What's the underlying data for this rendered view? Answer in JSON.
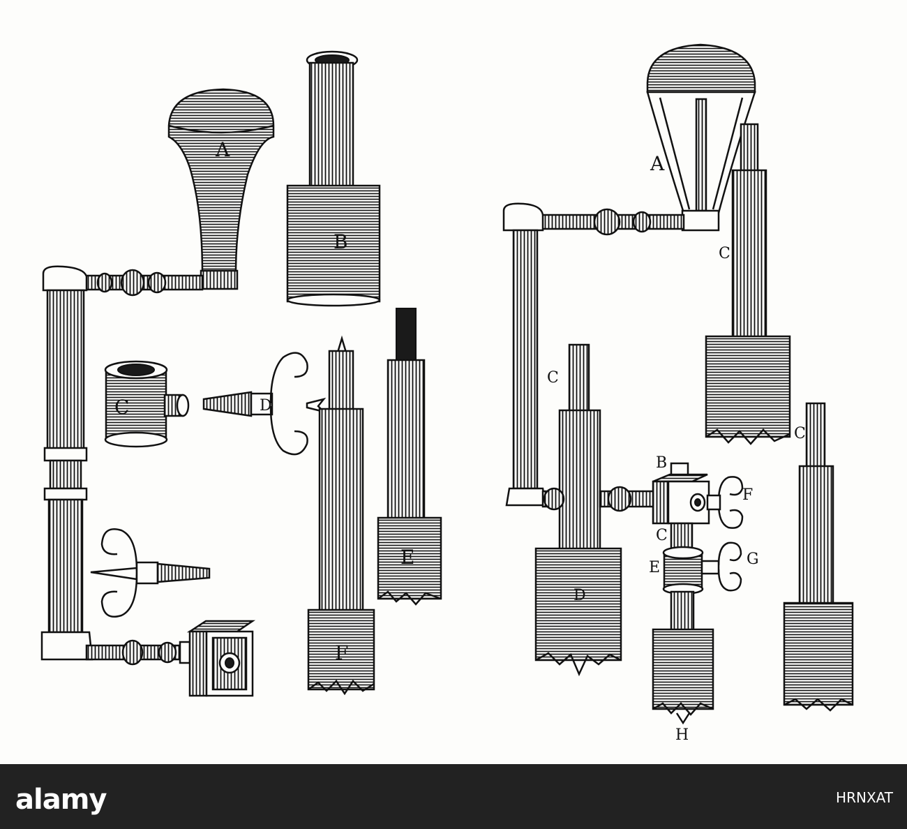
{
  "labels": {
    "left_A": "A",
    "left_B": "B",
    "left_C": "C",
    "left_D": "D",
    "left_E": "E",
    "left_F": "F",
    "right_A": "A",
    "right_C_top": "C",
    "right_C_mid": "C",
    "right_C_right": "C",
    "right_C_small": "C",
    "right_B": "B",
    "right_F": "F",
    "right_E": "E",
    "right_G": "G",
    "right_D": "D",
    "right_H": "H"
  },
  "footer": {
    "brand": "alamy",
    "image_id": "HRNXAT"
  },
  "colors": {
    "ink": "#111111",
    "paper": "#fdfdfb",
    "footer_bg": "#222222",
    "footer_text": "#ffffff"
  }
}
